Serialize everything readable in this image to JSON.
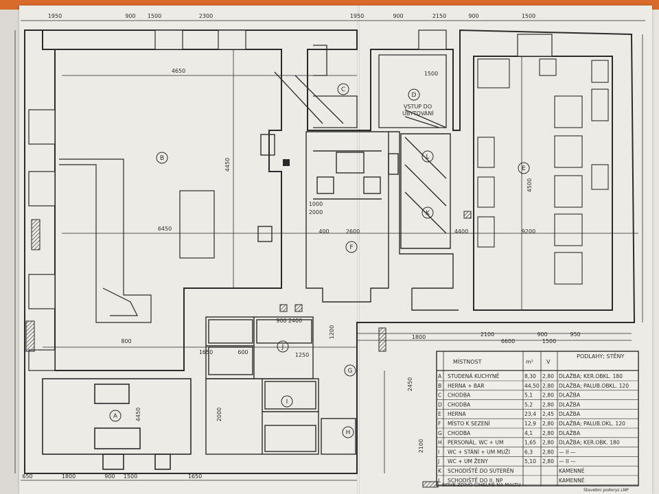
{
  "rooms": {
    "A": "A",
    "B": "B",
    "C": "C",
    "D": "D",
    "E": "E",
    "F": "F",
    "G": "G",
    "H": "H",
    "I": "I",
    "J": "J",
    "K": "K",
    "L": "L"
  },
  "room_text": {
    "stair_label_1": "VSTUP DO",
    "stair_label_2": "UBYTOVÁNÍ"
  },
  "dimensions": {
    "top": [
      "1950",
      "900",
      "1500",
      "2300",
      "1950",
      "900",
      "2150",
      "900",
      "1500"
    ],
    "interior": [
      "4650",
      "6450",
      "4450",
      "2600",
      "1500",
      "1000",
      "2000",
      "9200",
      "4500",
      "4400",
      "1800",
      "6600",
      "2100",
      "900",
      "1500",
      "950",
      "800",
      "4450",
      "2000",
      "2450",
      "2100",
      "1200",
      "1650",
      "400",
      "600",
      "900",
      "2400",
      "1250"
    ],
    "bottom": [
      "650",
      "1800",
      "900",
      "1500",
      "1650"
    ]
  },
  "legend": {
    "header": {
      "room": "MÍSTNOST",
      "area": "m²",
      "height": "V",
      "floors": "PODLAHY; STĚNY"
    },
    "rows": [
      {
        "id": "A",
        "name": "STUDENÁ KUCHYNĚ",
        "area": "8,30",
        "height": "2,80",
        "floor": "DLAŽBA; KER.OBKL. 180"
      },
      {
        "id": "B",
        "name": "HERNA + BAR",
        "area": "44,50",
        "height": "2,80",
        "floor": "DLAŽBA; PALUB.OBKL. 120"
      },
      {
        "id": "C",
        "name": "CHODBA",
        "area": "5,1",
        "height": "2,80",
        "floor": "DLAŽBA"
      },
      {
        "id": "D",
        "name": "CHODBA",
        "area": "5,2",
        "height": "2,80",
        "floor": "DLAŽBA"
      },
      {
        "id": "E",
        "name": "HERNA",
        "area": "23,4",
        "height": "2,45",
        "floor": "DLAŽBA"
      },
      {
        "id": "F",
        "name": "MÍSTO K SEZENÍ",
        "area": "12,9",
        "height": "2,80",
        "floor": "DLAŽBA; PALUB.OKL. 120"
      },
      {
        "id": "G",
        "name": "CHODBA",
        "area": "4,1",
        "height": "2,80",
        "floor": "DLAŽBA"
      },
      {
        "id": "H",
        "name": "PERSONÁL. WC + UM",
        "area": "1,65",
        "height": "2,80",
        "floor": "DLAŽBA; KER.OBK. 180"
      },
      {
        "id": "I",
        "name": "WC + STÁNÍ + UM MUŽI",
        "area": "6,3",
        "height": "2,80",
        "floor": "— II —"
      },
      {
        "id": "J",
        "name": "WC + UM ŽENY",
        "area": "5,10",
        "height": "2,80",
        "floor": "— II —"
      },
      {
        "id": "K",
        "name": "SCHODIŠTĚ DO SUTERÉN",
        "area": "",
        "height": "",
        "floor": "KAMENNÉ"
      },
      {
        "id": "L",
        "name": "SCHODIŠTĚ DO II. NP",
        "area": "",
        "height": "",
        "floor": "KAMENNÉ"
      }
    ]
  },
  "notes": {
    "new_wall": "NOVÉ ZDIVO CIHELNÉ NA MALTU",
    "stamp": "Stavební podorys LNP"
  },
  "colors": {
    "paper": "#ecebe6",
    "ink": "#2a2a2a",
    "hatch": "#3b3b3b",
    "background": "#d86a2a"
  }
}
